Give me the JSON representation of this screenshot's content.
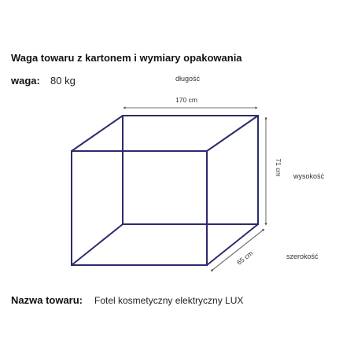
{
  "header": {
    "title": "Waga towaru z kartonem i wymiary opakowania",
    "weight_label": "waga:",
    "weight_value": "80 kg"
  },
  "box": {
    "length_caption": "długość",
    "height_caption": "wysokość",
    "width_caption": "szerokość",
    "length_value": "170 cm",
    "height_value": "71 cm",
    "width_value": "65 cm"
  },
  "product": {
    "name_label": "Nazwa towaru:",
    "name_value": "Fotel kosmetyczny elektryczny LUX"
  },
  "colors": {
    "box_edge": "#2b2b6e",
    "dimension_line": "#444444"
  }
}
